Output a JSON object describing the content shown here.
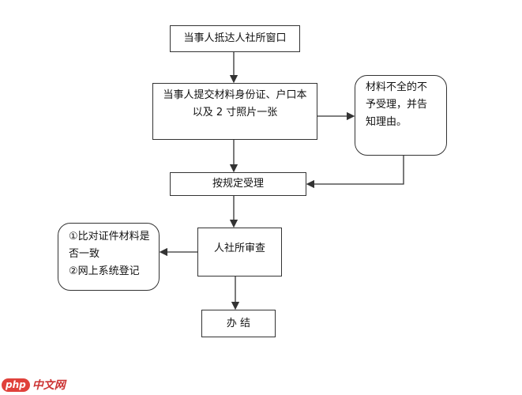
{
  "nodes": {
    "arrive": "当事人抵达人社所窗口",
    "submit_line1": "当事人提交材料身份证、户口本",
    "submit_line2": "以及 2 寸照片一张",
    "incomplete": "材料不全的不予受理，并告知理由。",
    "accept": "按规定受理",
    "review": "人社所审查",
    "review_steps_line1": "①比对证件材料是否一致",
    "review_steps_line2": "②网上系统登记",
    "complete": "办 结"
  },
  "watermark": {
    "php": "php",
    "cn": "中文网"
  },
  "colors": {
    "line": "#333333",
    "logo": "#e0413b"
  }
}
